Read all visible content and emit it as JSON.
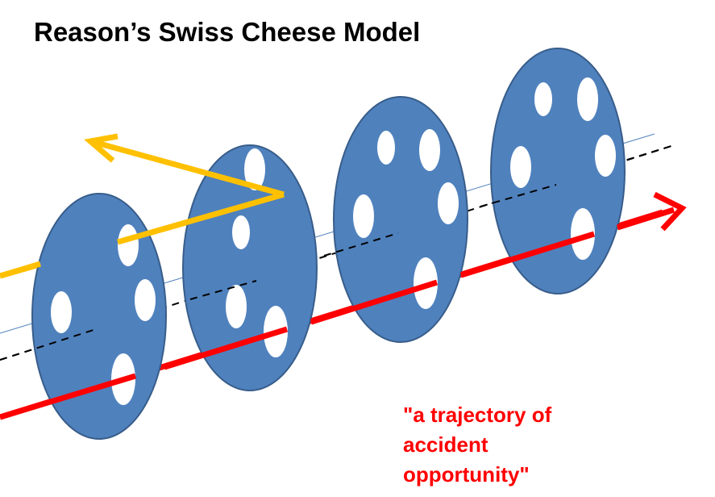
{
  "title": "Reason’s Swiss Cheese Model",
  "caption_lines": [
    "\"a trajectory of",
    "accident",
    "opportunity\""
  ],
  "colors": {
    "slice_fill": "#4f81bd",
    "slice_stroke": "#385d8a",
    "hole_fill": "#ffffff",
    "failed_trajectory": "#ffc000",
    "accident_trajectory": "#ff0000",
    "dashed_line": "#000000",
    "thin_line": "#4f81bd",
    "caption_text": "#ff0000",
    "title_text": "#000000"
  },
  "slices": [
    {
      "name": "slice-1",
      "holes": 4
    },
    {
      "name": "slice-2",
      "holes": 4
    },
    {
      "name": "slice-3",
      "holes": 5
    },
    {
      "name": "slice-4",
      "holes": 5
    }
  ]
}
